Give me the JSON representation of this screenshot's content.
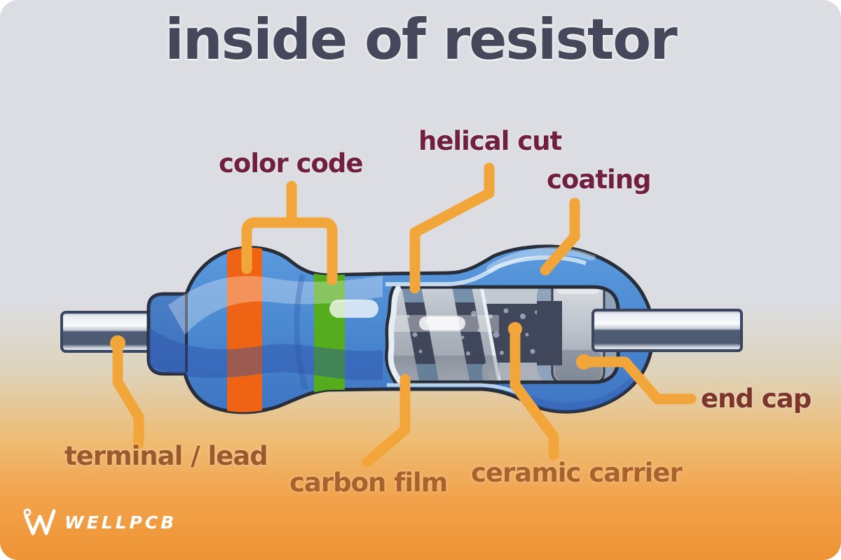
{
  "title": {
    "text": "inside of resistor"
  },
  "labels": {
    "color_code": {
      "text": "color code",
      "color": "#701F40"
    },
    "helical_cut": {
      "text": "helical cut",
      "color": "#701F40"
    },
    "coating": {
      "text": "coating",
      "color": "#701F40"
    },
    "terminal_lead": {
      "text": "terminal / lead",
      "color": "#9C5A2C"
    },
    "carbon_film": {
      "text": "carbon film",
      "color": "#A9622B"
    },
    "ceramic_carrier": {
      "text": "ceramic carrier",
      "color": "#A9622B"
    },
    "end_cap": {
      "text": "end cap",
      "color": "#7D352B"
    }
  },
  "logo": {
    "brand": "WELLPCB"
  },
  "diagram": {
    "type": "cutaway-illustration",
    "subject": "inside of a carbon film resistor",
    "bands": [
      {
        "name": "band-orange",
        "color": "#EE6414"
      },
      {
        "name": "band-green",
        "color": "#55AD1E"
      }
    ],
    "colors": {
      "leader": "#F2A63A",
      "title": "#45475A",
      "coating_blue": "#4A88D0",
      "background_top": "#DCDDE2",
      "background_bottom": "#EF9434",
      "lead_dark": "#505C74",
      "ceramic_dark": "#40475A",
      "film_gray": "#B9BFC7"
    }
  }
}
